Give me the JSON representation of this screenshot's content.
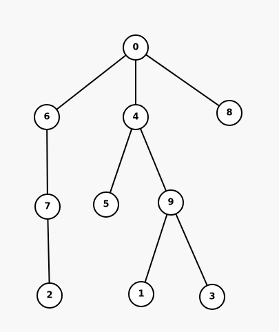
{
  "colors": {
    "background": "#f8f8f8",
    "node_fill": "#ffffff",
    "stroke": "#000000",
    "text": "#000000"
  },
  "diagram": {
    "type": "tree",
    "nodes": [
      {
        "id": "0",
        "label": "0"
      },
      {
        "id": "6",
        "label": "6"
      },
      {
        "id": "4",
        "label": "4"
      },
      {
        "id": "8",
        "label": "8"
      },
      {
        "id": "7",
        "label": "7"
      },
      {
        "id": "5",
        "label": "5"
      },
      {
        "id": "9",
        "label": "9"
      },
      {
        "id": "2",
        "label": "2"
      },
      {
        "id": "1",
        "label": "1"
      },
      {
        "id": "3",
        "label": "3"
      }
    ],
    "edges": [
      {
        "from": "0",
        "to": "6"
      },
      {
        "from": "0",
        "to": "4"
      },
      {
        "from": "0",
        "to": "8"
      },
      {
        "from": "6",
        "to": "7"
      },
      {
        "from": "7",
        "to": "2"
      },
      {
        "from": "4",
        "to": "5"
      },
      {
        "from": "4",
        "to": "9"
      },
      {
        "from": "9",
        "to": "1"
      },
      {
        "from": "9",
        "to": "3"
      }
    ]
  }
}
